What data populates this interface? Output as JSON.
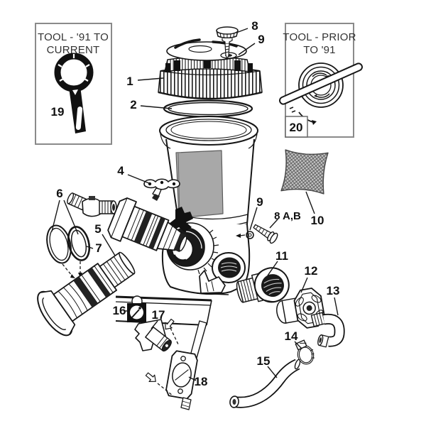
{
  "colors": {
    "background": "#ffffff",
    "line_art": "#161616",
    "tool_box_border": "#8a8a8a",
    "window_gray": "#a8a8a8",
    "mesh_gray": "#c6c6c6",
    "handle_black": "#111111"
  },
  "tool_boxes": {
    "current": {
      "title_line1": "TOOL - '91 TO",
      "title_line2": "CURRENT",
      "part_number": "19"
    },
    "prior": {
      "title_line1": "TOOL - PRIOR",
      "title_line2": "TO '91",
      "part_number": "20"
    }
  },
  "callouts": {
    "c1": "1",
    "c2": "2",
    "c4": "4",
    "c5": "5",
    "c6": "6",
    "c7": "7",
    "c8": "8",
    "c9_top": "9",
    "c9_mid": "9",
    "c8ab": "8 A,B",
    "c10": "10",
    "c11": "11",
    "c12": "12",
    "c13": "13",
    "c14": "14",
    "c15": "15",
    "c16": "16",
    "c17": "17",
    "c18": "18"
  }
}
